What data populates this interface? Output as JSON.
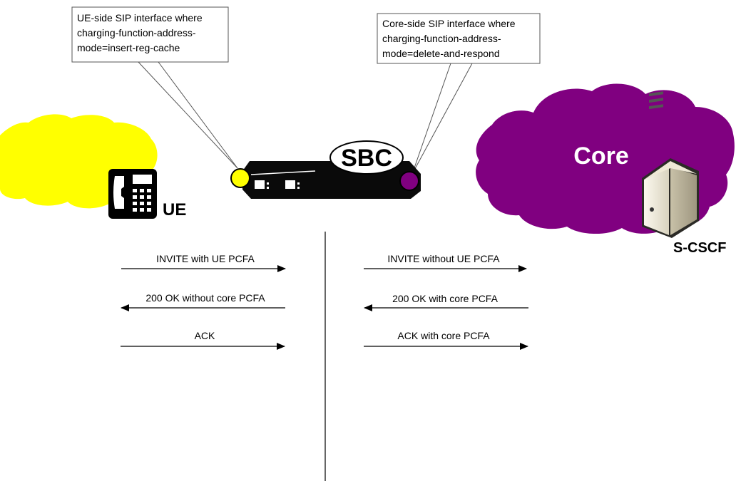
{
  "callouts": {
    "ue_side": [
      "UE-side SIP interface where",
      "charging-function-address-",
      "mode=insert-reg-cache"
    ],
    "core_side": [
      "Core-side SIP interface where",
      "charging-function-address-",
      "mode=delete-and-respond"
    ]
  },
  "nodes": {
    "sbc_label": "SBC",
    "ue_label": "UE",
    "core_label": "Core",
    "scscf_label": "S-CSCF"
  },
  "messages": {
    "left": [
      "INVITE with UE PCFA",
      "200 OK without core PCFA",
      "ACK"
    ],
    "right": [
      "INVITE without UE PCFA",
      "200 OK with core PCFA",
      "ACK with core PCFA"
    ]
  },
  "colors": {
    "ue_cloud": "#ffff00",
    "core_cloud": "#800080",
    "sbc_body": "#0a0a0a",
    "ue_port": "#ffff00",
    "core_port": "#800080"
  },
  "icons": {
    "phone": "desk-phone-icon",
    "server": "server-tower-icon"
  }
}
